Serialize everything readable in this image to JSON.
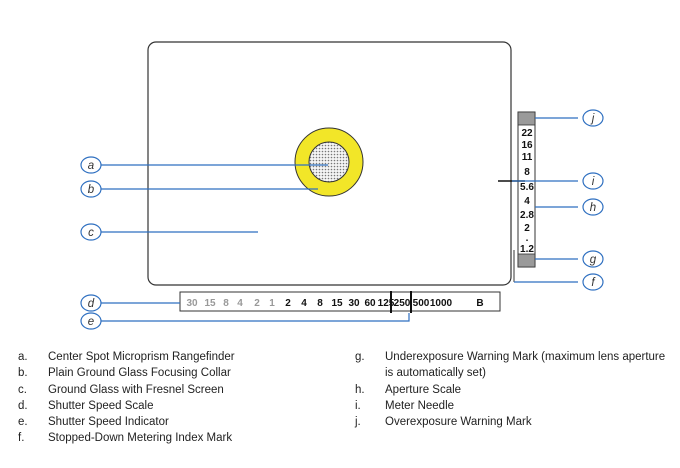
{
  "colors": {
    "callout_line": "#2e6fc0",
    "callout_circle": "#2e6fc0",
    "collar": "#f2e628",
    "frame": "#333333",
    "scale_bar": "#d4d4d4"
  },
  "callout_letters": [
    "a",
    "b",
    "c",
    "d",
    "e",
    "f",
    "g",
    "h",
    "i",
    "j"
  ],
  "shutter_scale": {
    "values": [
      "30",
      "15",
      "8",
      "4",
      "2",
      "1",
      "2",
      "4",
      "8",
      "15",
      "30",
      "60",
      "125",
      "250",
      "500",
      "1000",
      "B"
    ],
    "faint_count": 6
  },
  "aperture_scale": {
    "values": [
      "22",
      "16",
      "11",
      "8",
      "5.6",
      "4",
      "2.8",
      "2",
      ".",
      "1.2"
    ]
  },
  "legend": {
    "left": [
      {
        "letter": "a.",
        "text": "Center Spot Microprism Rangefinder"
      },
      {
        "letter": "b.",
        "text": "Plain Ground Glass Focusing Collar"
      },
      {
        "letter": "c.",
        "text": "Ground Glass with Fresnel Screen"
      },
      {
        "letter": "d.",
        "text": "Shutter Speed Scale"
      },
      {
        "letter": "e.",
        "text": "Shutter Speed Indicator"
      },
      {
        "letter": "f.",
        "text": "Stopped-Down Metering Index Mark"
      }
    ],
    "right": [
      {
        "letter": "g.",
        "text": "Underexposure Warning Mark (maximum lens aperture is automatically set)"
      },
      {
        "letter": "h.",
        "text": "Aperture Scale"
      },
      {
        "letter": "i.",
        "text": "Meter Needle"
      },
      {
        "letter": "j.",
        "text": "Overexposure Warning Mark"
      }
    ]
  }
}
